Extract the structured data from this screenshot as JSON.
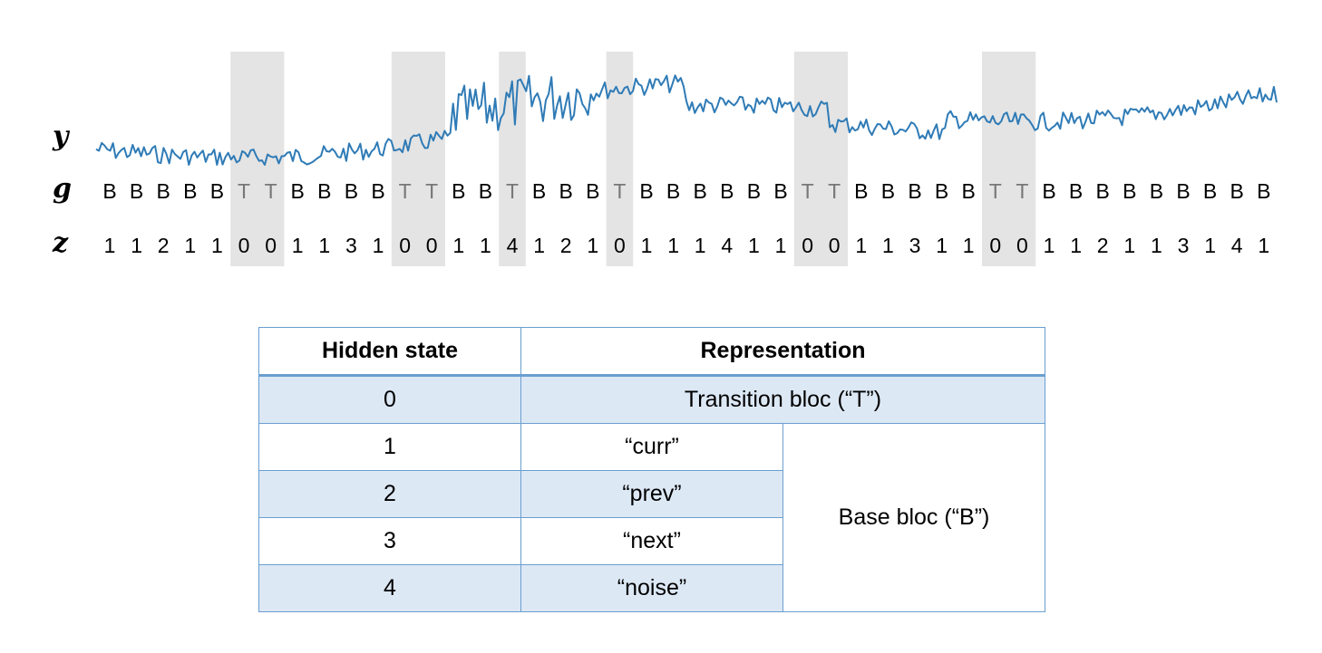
{
  "figure": {
    "labels": {
      "y": "y",
      "g": "g",
      "z": "z"
    },
    "g_sequence": [
      "B",
      "B",
      "B",
      "B",
      "B",
      "T",
      "T",
      "B",
      "B",
      "B",
      "B",
      "T",
      "T",
      "B",
      "B",
      "T",
      "B",
      "B",
      "B",
      "T",
      "B",
      "B",
      "B",
      "B",
      "B",
      "B",
      "T",
      "T",
      "B",
      "B",
      "B",
      "B",
      "B",
      "T",
      "T",
      "B",
      "B",
      "B",
      "B",
      "B",
      "B",
      "B",
      "B",
      "B"
    ],
    "z_sequence": [
      "1",
      "1",
      "2",
      "1",
      "1",
      "0",
      "0",
      "1",
      "1",
      "3",
      "1",
      "0",
      "0",
      "1",
      "1",
      "4",
      "1",
      "2",
      "1",
      "0",
      "1",
      "1",
      "1",
      "4",
      "1",
      "1",
      "0",
      "0",
      "1",
      "1",
      "3",
      "1",
      "1",
      "0",
      "0",
      "1",
      "1",
      "2",
      "1",
      "1",
      "3",
      "1",
      "4",
      "1"
    ],
    "colors": {
      "signal": "#2f7bb6",
      "signal_in_transition": "#7aa8cf",
      "transition_band": "#e4e4e4"
    }
  },
  "table": {
    "headers": {
      "hidden_state": "Hidden state",
      "representation": "Representation"
    },
    "rows": [
      {
        "state": "0",
        "representation": "Transition bloc (“T”)"
      },
      {
        "state": "1",
        "representation": "“curr”"
      },
      {
        "state": "2",
        "representation": "“prev”"
      },
      {
        "state": "3",
        "representation": "“next”"
      },
      {
        "state": "4",
        "representation": "“noise”"
      }
    ],
    "group_label": "Base bloc (“B”)",
    "colors": {
      "border": "#6a9ed0",
      "shade": "#dde8f5"
    }
  }
}
